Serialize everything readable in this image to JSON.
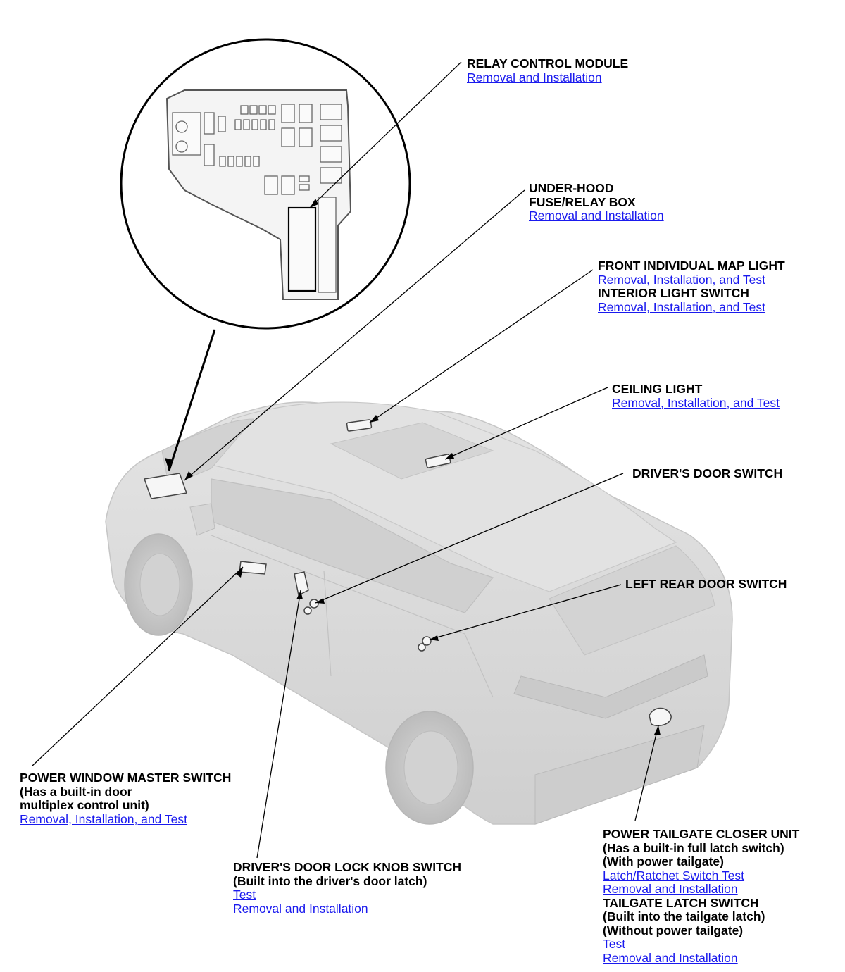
{
  "callouts": {
    "relay_control_module": {
      "title": "RELAY CONTROL MODULE",
      "link1": "Removal and Installation"
    },
    "under_hood": {
      "title1": "UNDER-HOOD",
      "title2": "FUSE/RELAY BOX",
      "link1": "Removal and Installation"
    },
    "map_light": {
      "title": "FRONT INDIVIDUAL MAP LIGHT",
      "link1": "Removal, Installation, and Test",
      "title_b": "INTERIOR LIGHT SWITCH",
      "link2": "Removal, Installation, and Test"
    },
    "ceiling_light": {
      "title": "CEILING LIGHT",
      "link1": "Removal, Installation, and Test"
    },
    "drivers_door_switch": {
      "title": "DRIVER'S DOOR SWITCH"
    },
    "left_rear_door_switch": {
      "title": "LEFT REAR DOOR SWITCH"
    },
    "power_window": {
      "title": "POWER WINDOW MASTER SWITCH",
      "sub1": "(Has a built-in door",
      "sub2": "multiplex control unit)",
      "link1": "Removal, Installation, and Test"
    },
    "lock_knob": {
      "title": "DRIVER'S DOOR LOCK KNOB SWITCH",
      "sub1": "(Built into the driver's door latch)",
      "link1": "Test",
      "link2": "Removal and Installation"
    },
    "tailgate": {
      "title": "POWER TAILGATE CLOSER UNIT",
      "sub1": "(Has a built-in full latch switch)",
      "sub2": "(With power tailgate)",
      "link1": "Latch/Ratchet Switch Test",
      "link2": "Removal and Installation",
      "title_b": "TAILGATE LATCH SWITCH",
      "sub3": "(Built into the tailgate latch)",
      "sub4": "(Without power tailgate)",
      "link3": "Test",
      "link4": "Removal and Installation"
    }
  },
  "colors": {
    "link": "#1a1aee",
    "car_body": "#dcdcdc",
    "line": "#000000"
  }
}
